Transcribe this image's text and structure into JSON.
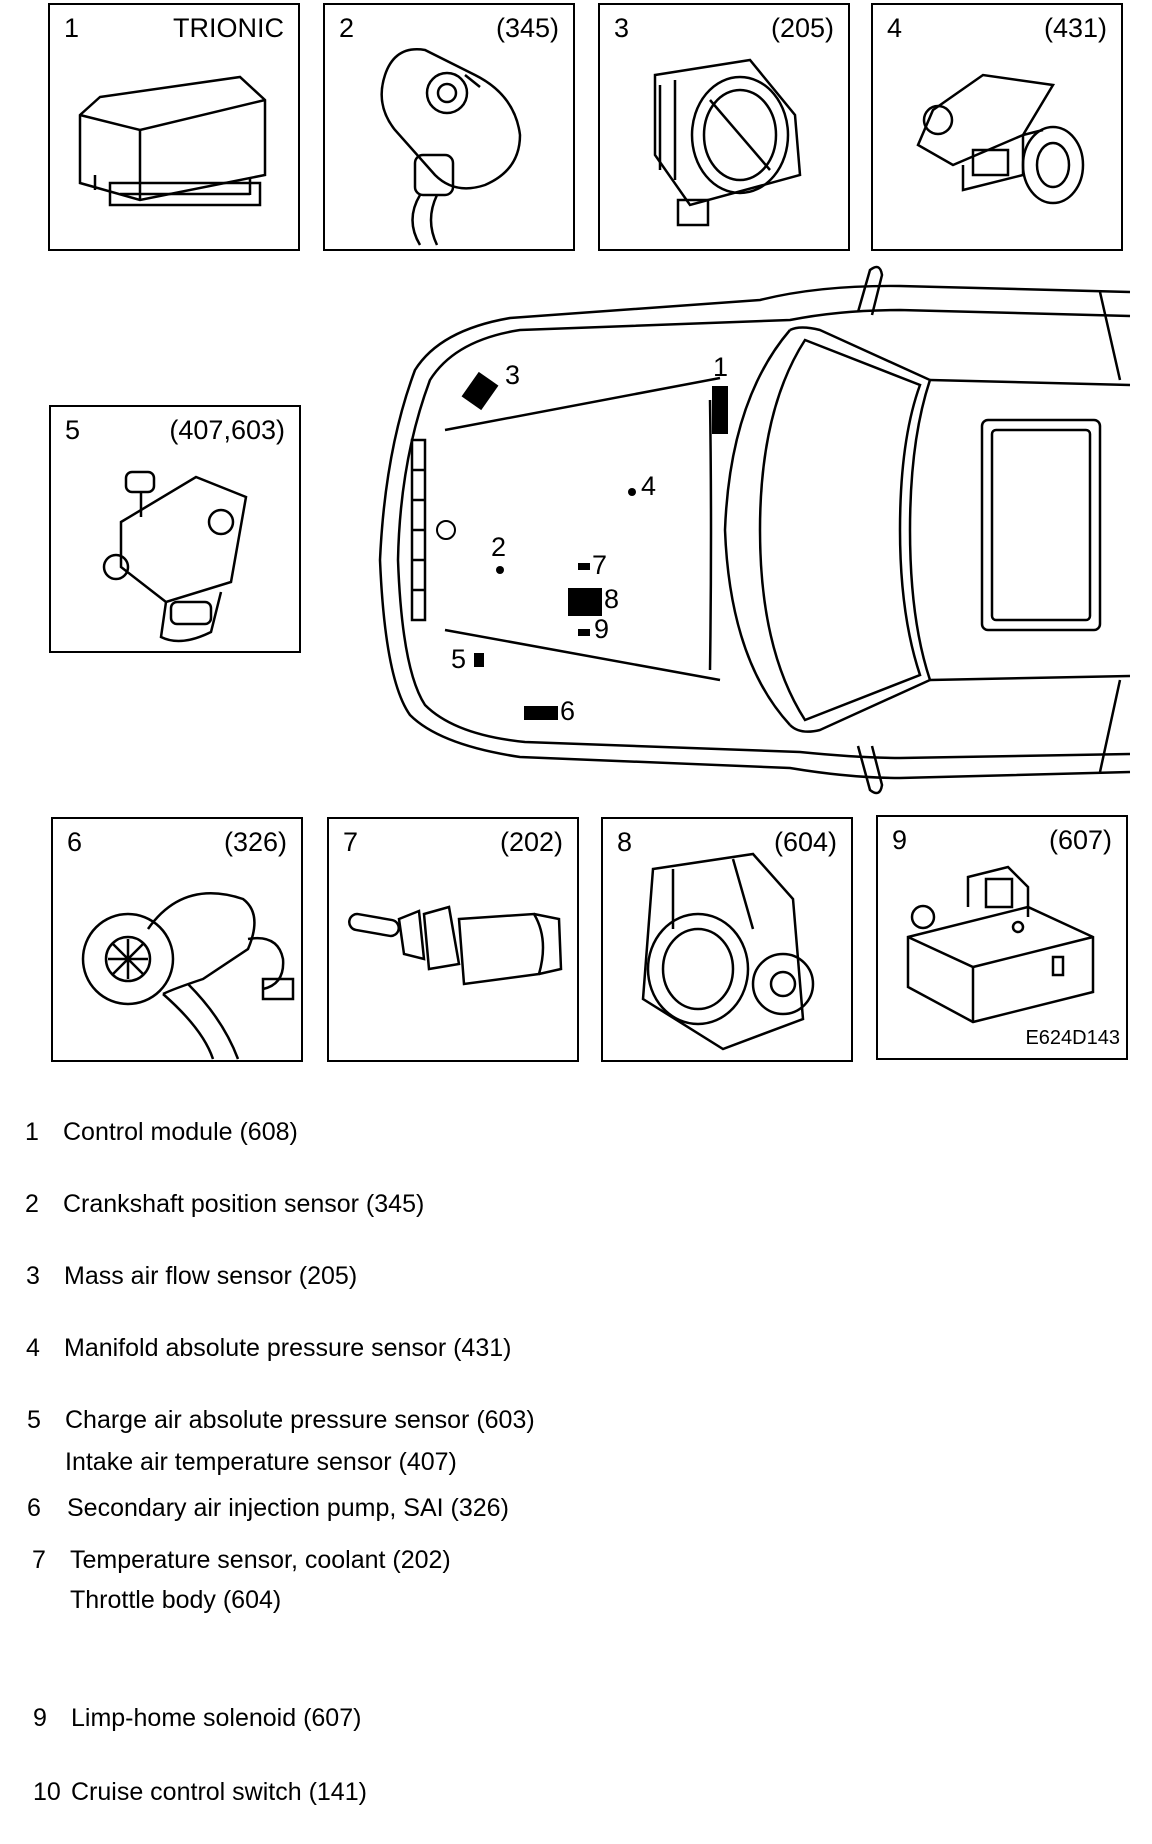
{
  "panels": [
    {
      "num": "1",
      "code": "TRIONIC",
      "icon": "control-module-icon"
    },
    {
      "num": "2",
      "code": "(345)",
      "icon": "crankshaft-sensor-icon"
    },
    {
      "num": "3",
      "code": "(205)",
      "icon": "mass-air-flow-sensor-icon"
    },
    {
      "num": "4",
      "code": "(431)",
      "icon": "map-sensor-icon"
    },
    {
      "num": "5",
      "code": "(407,603)",
      "icon": "charge-air-sensor-icon"
    },
    {
      "num": "6",
      "code": "(326)",
      "icon": "sai-pump-icon"
    },
    {
      "num": "7",
      "code": "(202)",
      "icon": "coolant-temp-sensor-icon"
    },
    {
      "num": "8",
      "code": "(604)",
      "icon": "throttle-body-icon"
    },
    {
      "num": "9",
      "code": "(607)",
      "icon": "limp-home-solenoid-icon"
    }
  ],
  "figure_ref": "E624D143",
  "markers": [
    "1",
    "2",
    "3",
    "4",
    "5",
    "6",
    "7",
    "8",
    "9"
  ],
  "legend": [
    {
      "num": "1",
      "text": "Control module (608)"
    },
    {
      "num": "2",
      "text": "Crankshaft position sensor (345)"
    },
    {
      "num": "3",
      "text": "Mass air flow sensor (205)"
    },
    {
      "num": "4",
      "text": "Manifold absolute pressure sensor (431)"
    },
    {
      "num": "5",
      "text": "Charge air absolute pressure sensor (603)"
    },
    {
      "num": "",
      "text": "Intake air temperature sensor (407)"
    },
    {
      "num": "6",
      "text": "Secondary air injection pump, SAI (326)"
    },
    {
      "num": "7",
      "text": "Temperature sensor, coolant (202)"
    },
    {
      "num": "",
      "text": "Throttle body (604)"
    },
    {
      "num": "9",
      "text": "Limp-home solenoid (607)"
    },
    {
      "num": "10",
      "text": "Cruise control switch (141)"
    }
  ]
}
